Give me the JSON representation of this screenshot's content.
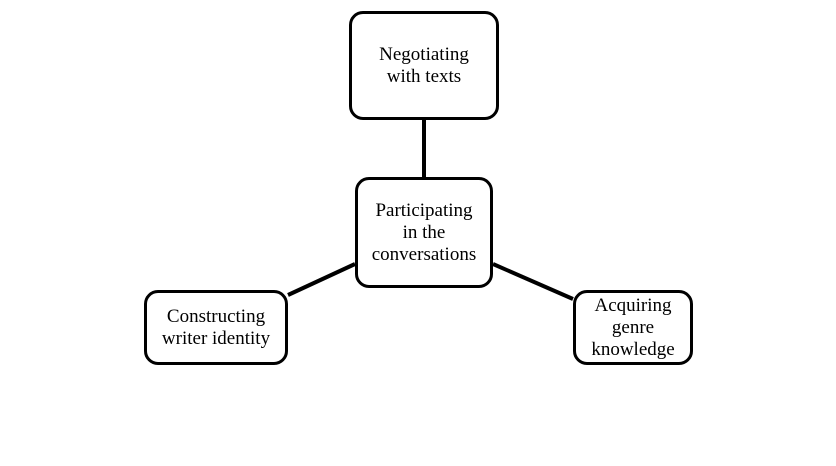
{
  "diagram": {
    "nodes": {
      "center": {
        "lines": [
          "Participating",
          "in the",
          "conversations"
        ]
      },
      "top": {
        "lines": [
          "Negotiating",
          "with texts"
        ]
      },
      "left": {
        "lines": [
          "Constructing",
          "writer identity"
        ]
      },
      "right": {
        "lines": [
          "Acquiring",
          "genre",
          "knowledge"
        ]
      }
    },
    "edges": [
      {
        "from": "center",
        "to": "top"
      },
      {
        "from": "center",
        "to": "left"
      },
      {
        "from": "center",
        "to": "right"
      }
    ],
    "colors": {
      "stroke": "#000000",
      "fill": "#ffffff",
      "text": "#000000"
    }
  }
}
